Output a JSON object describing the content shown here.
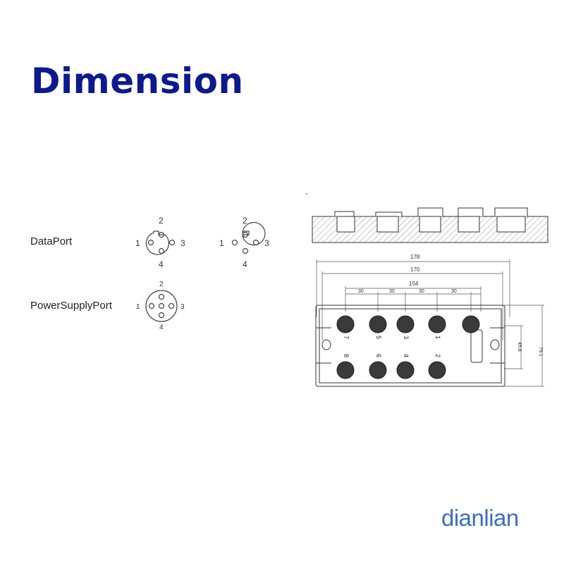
{
  "title": "Dimension",
  "ports": {
    "data_port_label": "DataPort",
    "power_port_label": "PowerSupplyPort",
    "pin_labels": [
      "1",
      "2",
      "3",
      "4"
    ]
  },
  "dimensions": {
    "overall_length": "178",
    "mount_distance": "170",
    "port_span": "154",
    "pitch": "30",
    "overall_height": "79.1",
    "mount_height": "45.8"
  },
  "port_numbers": {
    "top_row": [
      "7",
      "5",
      "3",
      "1"
    ],
    "bottom_row": [
      "8",
      "6",
      "4",
      "2"
    ]
  },
  "logo": "dianlian",
  "colors": {
    "title": "#0d1a8c",
    "logo": "#3b6ec4",
    "line": "#333333"
  }
}
